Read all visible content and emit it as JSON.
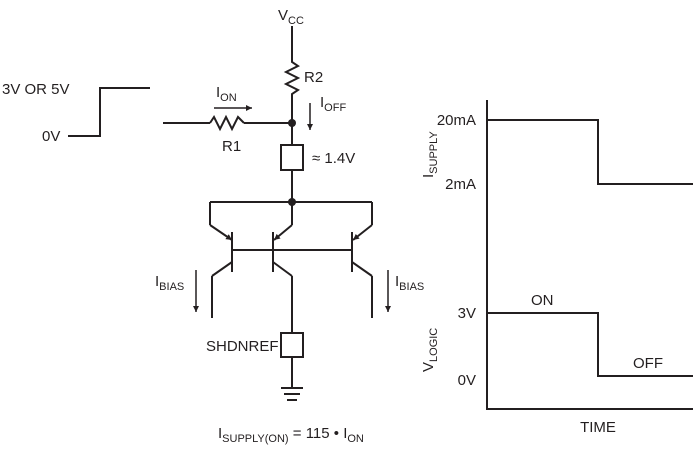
{
  "circuit": {
    "vcc": {
      "main": "V",
      "sub": "CC"
    },
    "input_high": "3V OR 5V",
    "input_low": "0V",
    "r1": "R1",
    "r2": "R2",
    "ion": {
      "main": "I",
      "sub": "ON"
    },
    "ioff": {
      "main": "I",
      "sub": "OFF"
    },
    "zener_voltage": "≈ 1.4V",
    "ibias_left": {
      "main": "I",
      "sub": "BIAS"
    },
    "ibias_right": {
      "main": "I",
      "sub": "BIAS"
    },
    "shdnref": "SHDNREF",
    "equation": {
      "i": "I",
      "sub": "SUPPLY(ON)",
      "mid": " = 115 • ",
      "i2": "I",
      "sub2": "ON"
    }
  },
  "timing": {
    "isupply_axis": {
      "main": "I",
      "sub": "SUPPLY"
    },
    "isupply_high": "20mA",
    "isupply_low": "2mA",
    "vlogic_axis": {
      "main": "V",
      "sub": "LOGIC"
    },
    "vlogic_high": "3V",
    "vlogic_low": "0V",
    "on_label": "ON",
    "off_label": "OFF",
    "time_label": "TIME"
  }
}
